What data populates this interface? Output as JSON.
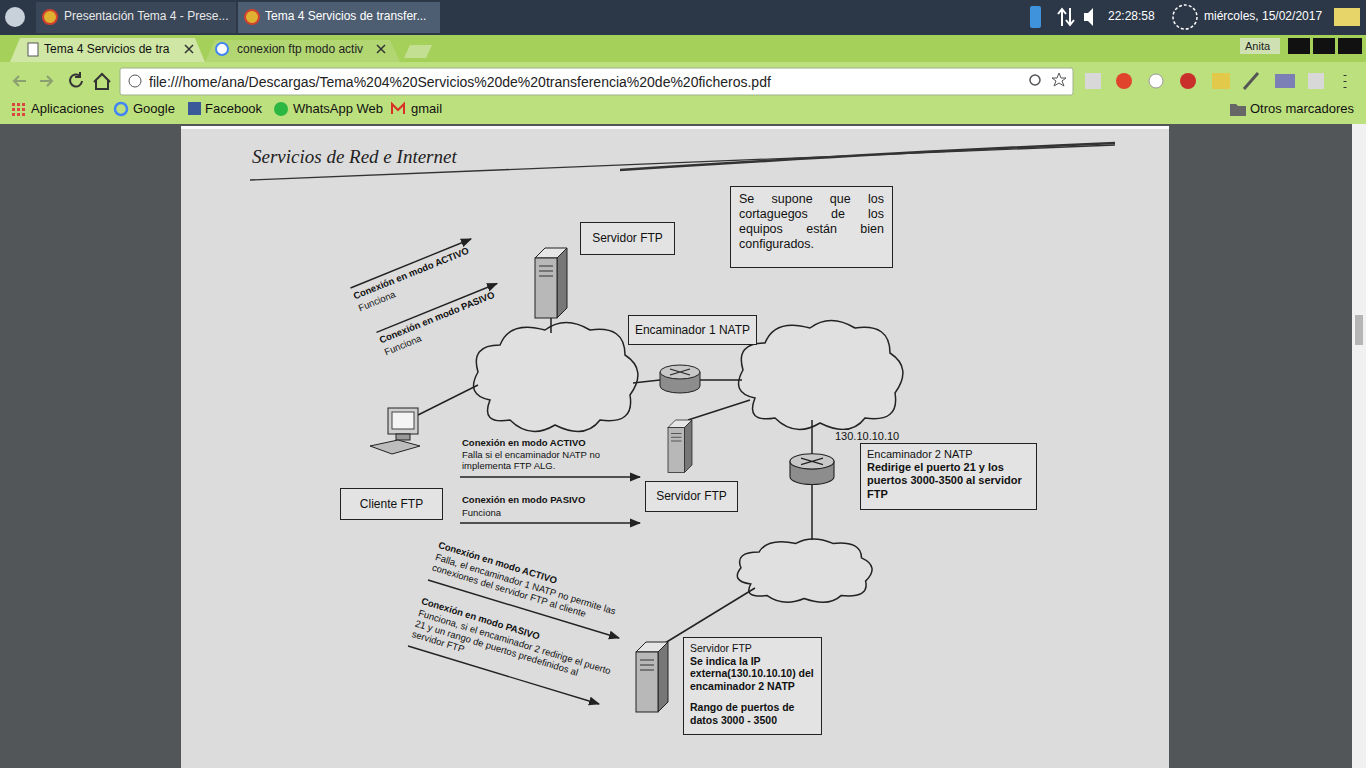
{
  "diagram": {
    "nodes": [
      {
        "text": [
          "Se supone que los cortaguegos de los equipos están bien configurados."
        ]
      },
      {
        "text": [
          "Servidor FTP"
        ]
      },
      {
        "text": [
          "Encaminador 1 NATP"
        ]
      },
      {
        "text": [
          "Encaminador 2 NATP",
          "Redirige el puerto 21 y los puertos 3000-3500 al servidor FTP"
        ]
      },
      {
        "text": [
          "Cliente FTP"
        ]
      },
      {
        "text": [
          "Servidor FTP"
        ]
      },
      {
        "text": [
          "Servidor FTP",
          "Se indica la IP externa(130.10.10.10) del encaminador 2 NATP",
          "Rango de puertos de datos 3000 - 3500"
        ]
      }
    ],
    "labels": [
      "Presentación Tema 4 - Prese...",
      "Tema 4 Servicios de transfer...",
      "22:28:58",
      "miércoles, 15/02/2017",
      "Tema 4 Servicios de tra",
      "conexion ftp modo activ",
      "Anita",
      "file:///home/ana/Descargas/Tema%204%20Servicios%20de%20transferencia%20de%20ficheros.pdf",
      "Aplicaciones",
      "Google",
      "Facebook",
      "WhatsApp Web",
      "gmail",
      "Otros marcadores",
      "Servicios de Red e Internet",
      "Conexión en modo ACTIVO",
      "Funciona",
      "Conexión en modo PASIVO",
      "Funciona",
      "Conexión en modo ACTIVO",
      "Falla si el encaminador NATP no implementa FTP ALG.",
      "Conexión en modo PASIVO",
      "Funciona",
      "Conexión en modo ACTIVO",
      "Falla, el encaminador 1 NATP no permite las conexiones del servidor FTP al cliente",
      "Conexión en modo PASIVO",
      "Funciona, si el encaminador 2 redirige el puerto 21 y un rango de puertos predefinidos al servidor FTP",
      "130.10.10.10"
    ]
  }
}
